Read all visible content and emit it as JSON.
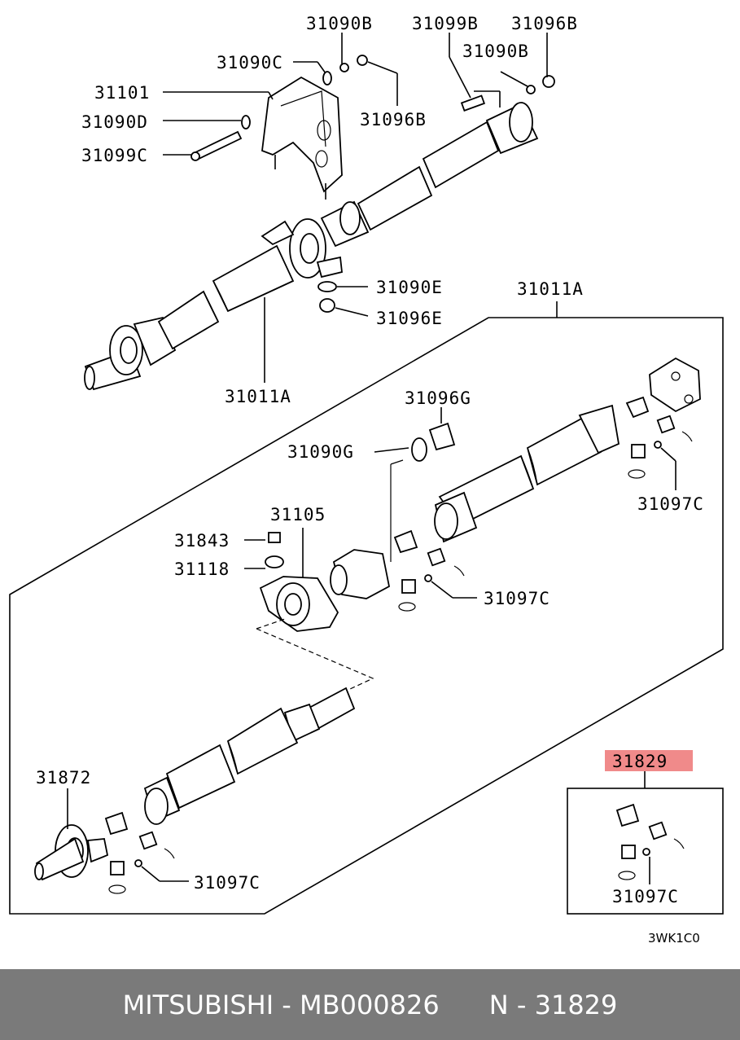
{
  "labels": {
    "l_31090B_a": "31090B",
    "l_31099B": "31099B",
    "l_31096B_a": "31096B",
    "l_31090C": "31090C",
    "l_31090B_b": "31090B",
    "l_31101": "31101",
    "l_31090D": "31090D",
    "l_31096B_b": "31096B",
    "l_31099C": "31099C",
    "l_31090E": "31090E",
    "l_31011A_a": "31011A",
    "l_31096E": "31096E",
    "l_31011A_b": "31011A",
    "l_31096G": "31096G",
    "l_31090G": "31090G",
    "l_31097C_a": "31097C",
    "l_31105": "31105",
    "l_31843": "31843",
    "l_31118": "31118",
    "l_31097C_b": "31097C",
    "l_31872": "31872",
    "l_31829": "31829",
    "l_31097C_c": "31097C",
    "l_31097C_d": "31097C"
  },
  "diagram_code": "3WK1C0",
  "highlight_color": "#f08a8a",
  "footer": {
    "brand": "MITSUBISHI",
    "separator": " - ",
    "part_number": "MB000826",
    "ref_prefix": "N - ",
    "ref_number": "31829"
  }
}
